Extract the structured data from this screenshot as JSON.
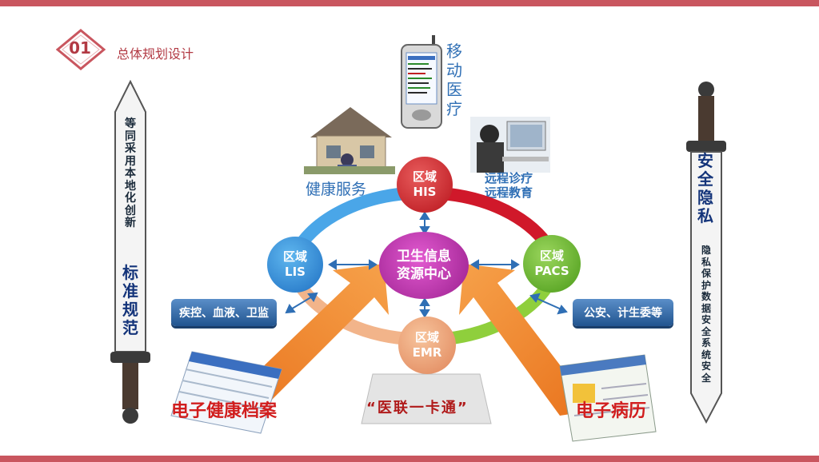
{
  "header": {
    "number": "01",
    "title": "总体规划设计"
  },
  "top": {
    "mobile_label": "移动医疗",
    "health_label": "健康服务",
    "remote_line1": "远程诊疗",
    "remote_line2": "远程教育"
  },
  "left_sword": {
    "small_text": "等同采用本地化创新",
    "big_text": "标准规范"
  },
  "right_sword": {
    "big_text": "安全隐私",
    "small_text": "隐私保护数据安全系统安全"
  },
  "nodes": {
    "his": {
      "line1": "区域",
      "line2": "HIS"
    },
    "lis": {
      "line1": "区域",
      "line2": "LIS"
    },
    "pacs": {
      "line1": "区域",
      "line2": "PACS"
    },
    "emr": {
      "line1": "区域",
      "line2": "EMR"
    }
  },
  "center": {
    "line1": "卫生信息",
    "line2": "资源中心"
  },
  "pills": {
    "left": "疾控、血液、卫监",
    "right": "公安、计生委等"
  },
  "bottom": {
    "left": "电子健康档案",
    "right": "电子病历",
    "card": "“医联一卡通”"
  },
  "colors": {
    "accent": "#c9565f",
    "title_red": "#b23a44",
    "blue_text": "#2f6fb5",
    "orange_arrow": "#f08c28"
  }
}
